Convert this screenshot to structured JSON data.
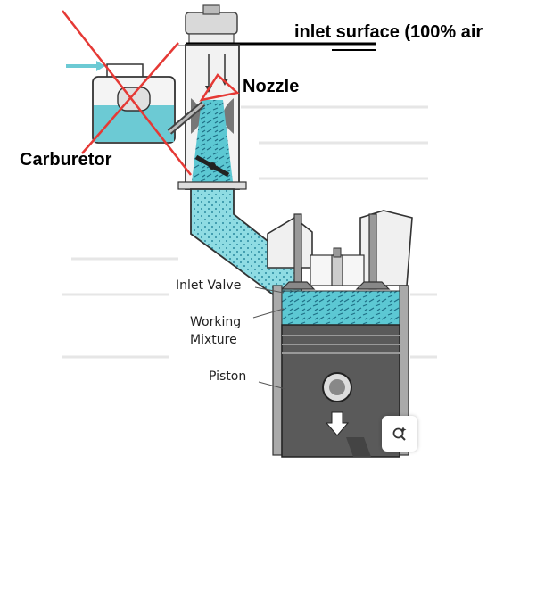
{
  "labels": {
    "inlet_surface": "inlet surface (100% air",
    "nozzle": "Nozzle",
    "carburetor": "Carburetor",
    "inlet_valve": "Inlet Valve",
    "working_mixture_line1": "Working",
    "working_mixture_line2": "Mixture",
    "piston": "Piston"
  },
  "colors": {
    "mixture": "#4fc3cf",
    "cross": "#e53935",
    "metal_dark": "#555555",
    "outline": "#333333"
  },
  "icons": {
    "lens": "visual-search-icon"
  }
}
